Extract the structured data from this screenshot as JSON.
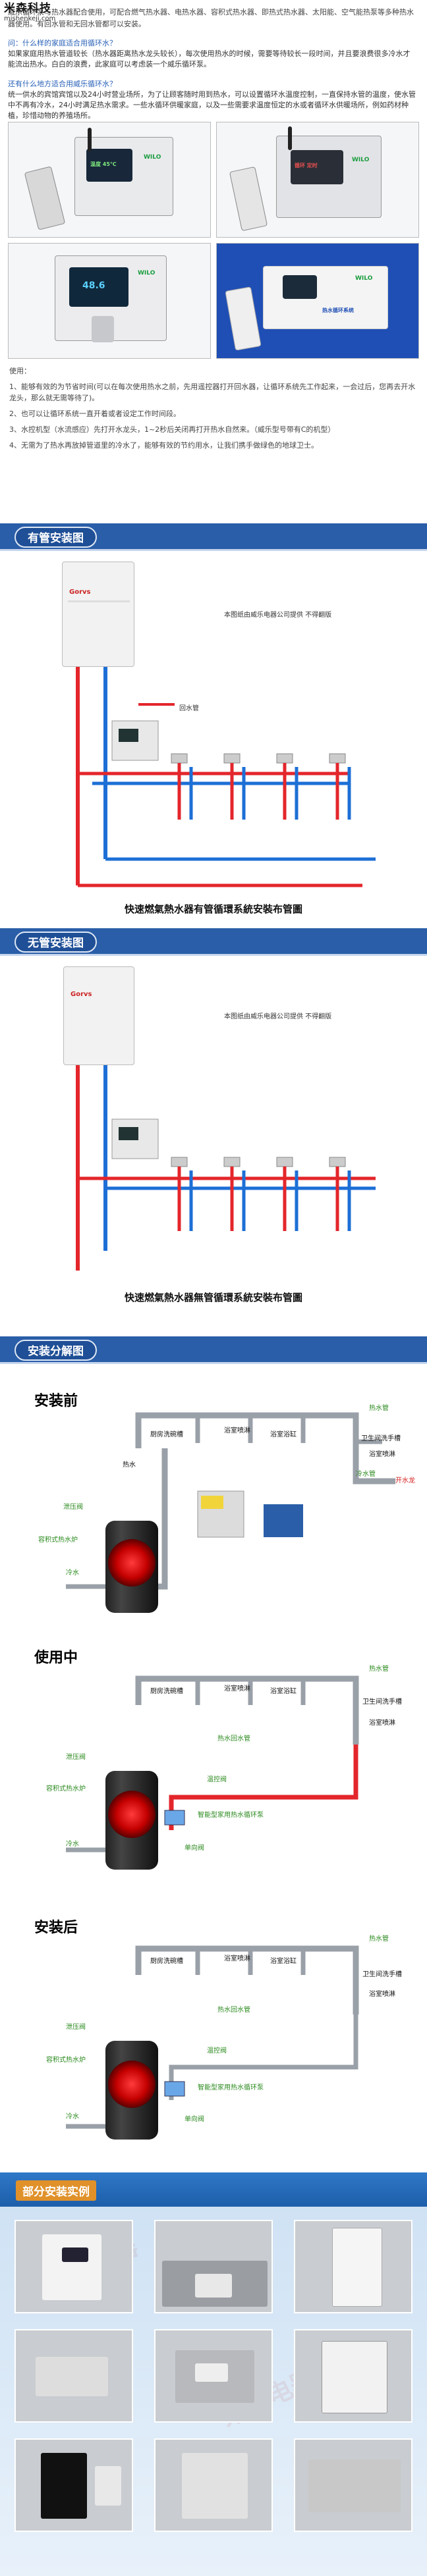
{
  "logo": {
    "name": "米森科技",
    "site": "mishenkeji.com"
  },
  "intro": "威乐循环泵与热水器配合使用，可配合燃气热水器、电热水器、容积式热水器、即热式热水器、太阳能、空气能热泵等多种热水器使用。有回水管和无回水管都可以安装。",
  "q1": {
    "title": "问：什么样的家庭适合用循环水？",
    "body": "如果家庭用热水管道较长（热水器距离热水龙头较长），每次使用热水的时候，需要等待较长一段时间，并且要浪费很多冷水才能流出热水。白白的浪费，此家庭可以考虑装一个威乐循环泵。"
  },
  "q2": {
    "title": "还有什么地方适合用威乐循环水？",
    "body": "统一供水的宾馆宾馆以及24小时营业场所，为了让顾客随时用到热水，可以设置循环水温度控制，一直保持水管的温度，使水管中不再有冷水，24小时满足热水需求。一些水循环供暖家庭，以及一些需要求温度恒定的水或者循环水供暖场所，例如药材种植，珍惜动物的养殖场所。"
  },
  "photos": [
    {
      "brand": "WILO",
      "screen": "温度 45℃"
    },
    {
      "brand": "WILO",
      "screen": "循环 定时"
    },
    {
      "brand": "WILO",
      "screen": "48.6"
    },
    {
      "brand": "WILO",
      "screen": "热水循环系统"
    }
  ],
  "usage": {
    "title": "使用：",
    "items": [
      "1、能够有效的为节省时间(可以在每次使用热水之前，先用遥控器打开回水器，让循环系统先工作起来，一会过后，您再去开水龙头，那么就无需等待了)。",
      "2、也可以让循环系统一直开着或者设定工作时间段。",
      "3、水控机型（水流感应）先打开水龙头，1~2秒后关闭再打开热水自然来。（威乐型号带有C的机型）",
      "4、无需为了热水再放掉管道里的冷水了，能够有效的节约用水，让我们携手做绿色的地球卫士。"
    ]
  },
  "sections": {
    "with_pipe": "有管安装图",
    "without_pipe": "无管安装图",
    "exploded": "安装分解图",
    "real": "部分安装实例"
  },
  "diagram1": {
    "heater_brand": "Gorvs",
    "note": "本图纸由威乐电器公司提供 不得翻版",
    "labels": [
      "回水管"
    ],
    "caption": "快速燃氣熱水器有管循環系統安裝布管圖"
  },
  "diagram2": {
    "heater_brand": "Gorvs",
    "note": "本图纸由威乐电器公司提供 不得翻版",
    "caption": "快速燃氣熱水器無管循環系統安裝布管圖"
  },
  "stages": [
    {
      "title": "安装前",
      "labels": [
        "厨房洗碗槽",
        "浴室喷淋",
        "浴室浴缸",
        "热水管",
        "卫生间洗手槽",
        "浴室喷淋",
        "冷水管",
        "开水龙",
        "热水",
        "泄压阀",
        "容积式热水炉",
        "冷水"
      ]
    },
    {
      "title": "使用中",
      "labels": [
        "厨房洗碗槽",
        "浴室喷淋",
        "浴室浴缸",
        "热水管",
        "卫生间洗手槽",
        "浴室喷淋",
        "热水回水管",
        "温控阀",
        "智能型家用热水循环泵",
        "单向阀",
        "泄压阀",
        "容积式热水炉",
        "冷水"
      ]
    },
    {
      "title": "安装后",
      "labels": [
        "厨房洗碗槽",
        "浴室喷淋",
        "浴室浴缸",
        "热水管",
        "卫生间洗手槽",
        "浴室喷淋",
        "热水回水管",
        "温控阀",
        "智能型家用热水循环泵",
        "单向阀",
        "泄压阀",
        "容积式热水炉",
        "冷水"
      ]
    }
  ],
  "colors": {
    "hot": "#e3262b",
    "cold": "#1d6fd6",
    "header": "#2a5ea8",
    "green_label": "#2b8a1e"
  }
}
